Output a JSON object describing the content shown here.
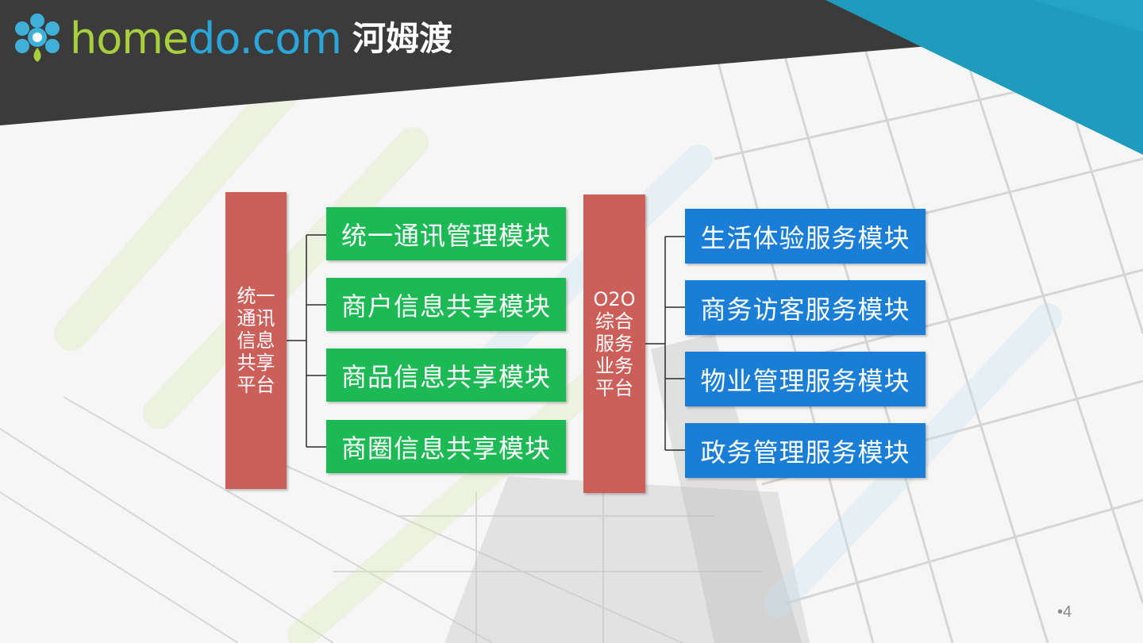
{
  "brand": {
    "name_part1": "home",
    "name_part2": "do",
    "name_part3": ".com",
    "name_cn": "河姆渡",
    "colors": {
      "green": "#a9cf3c",
      "blue": "#2aa6d8",
      "flower": "#3fb1d9"
    }
  },
  "left_platform": {
    "label": "统一通讯信息共享平台"
  },
  "left_modules": [
    {
      "label": "统一通讯管理模块"
    },
    {
      "label": "商户信息共享模块"
    },
    {
      "label": "商品信息共享模块"
    },
    {
      "label": "商圈信息共享模块"
    }
  ],
  "right_platform": {
    "label": "O2O综合服务业务平台"
  },
  "right_modules": [
    {
      "label": "生活体验服务模块"
    },
    {
      "label": "商务访客服务模块"
    },
    {
      "label": "物业管理服务模块"
    },
    {
      "label": "政务管理服务模块"
    }
  ],
  "colors": {
    "platform": "#cd5f5b",
    "left_module": "#1db954",
    "right_module": "#1b7ed6"
  },
  "page_number": "•4"
}
